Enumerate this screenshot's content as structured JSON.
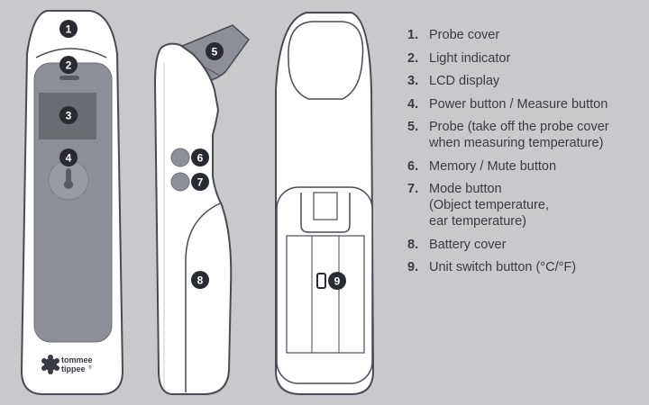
{
  "brand": {
    "line1": "tommee",
    "line2": "tippee",
    "mark": "®"
  },
  "markers": [
    {
      "num": "1",
      "part": "probe-cover"
    },
    {
      "num": "2",
      "part": "light-indicator"
    },
    {
      "num": "3",
      "part": "lcd-display"
    },
    {
      "num": "4",
      "part": "power-measure-button"
    },
    {
      "num": "5",
      "part": "probe"
    },
    {
      "num": "6",
      "part": "memory-mute-button"
    },
    {
      "num": "7",
      "part": "mode-button"
    },
    {
      "num": "8",
      "part": "battery-cover"
    },
    {
      "num": "9",
      "part": "unit-switch-button"
    }
  ],
  "legend": [
    {
      "num": "1.",
      "lines": [
        "Probe cover"
      ]
    },
    {
      "num": "2.",
      "lines": [
        "Light indicator"
      ]
    },
    {
      "num": "3.",
      "lines": [
        "LCD display"
      ]
    },
    {
      "num": "4.",
      "lines": [
        "Power button / Measure button"
      ]
    },
    {
      "num": "5.",
      "lines": [
        "Probe (take off the probe cover",
        "when measuring temperature)"
      ]
    },
    {
      "num": "6.",
      "lines": [
        "Memory / Mute button"
      ]
    },
    {
      "num": "7.",
      "lines": [
        "Mode button",
        "(Object temperature,",
        "ear temperature)"
      ]
    },
    {
      "num": "8.",
      "lines": [
        "Battery cover"
      ]
    },
    {
      "num": "9.",
      "lines": [
        "Unit switch button (°C/°F)"
      ]
    }
  ],
  "colors": {
    "background": "#c9c9cb",
    "device_fill": "#ffffff",
    "outline": "#4a4a55",
    "panel": "#8e8f96",
    "lcd": "#6b6c72",
    "marker": "#2a2a33",
    "legend_text": "#3a3a44"
  }
}
